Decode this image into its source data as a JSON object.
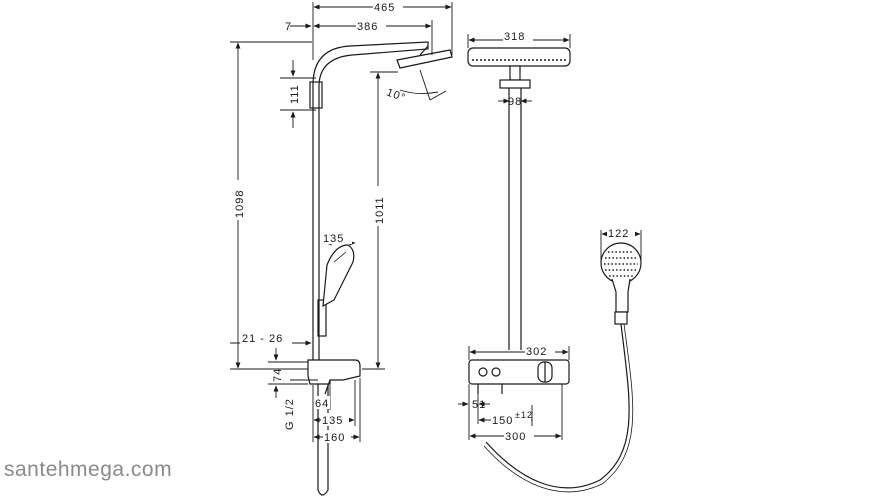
{
  "dimensions": {
    "total_width": "465",
    "wall_offset": "7",
    "arm_length": "386",
    "overhead_width": "318",
    "arm_drop": "111",
    "head_tilt": "10°",
    "pipe_width": "98",
    "total_height": "1098",
    "head_height": "1011",
    "handshower_width": "135",
    "handshower_head_width": "122",
    "wall_gap": "21 - 26",
    "connection_height": "74",
    "thread": "G 1/2",
    "body_depth_small": "64",
    "body_depth": "135",
    "body_depth_total": "160",
    "thermostat_width": "302",
    "thermostat_side": "51",
    "connection_spacing": "150",
    "connection_tolerance": "±12",
    "thermostat_total": "300"
  },
  "watermark": "santehmega.com"
}
